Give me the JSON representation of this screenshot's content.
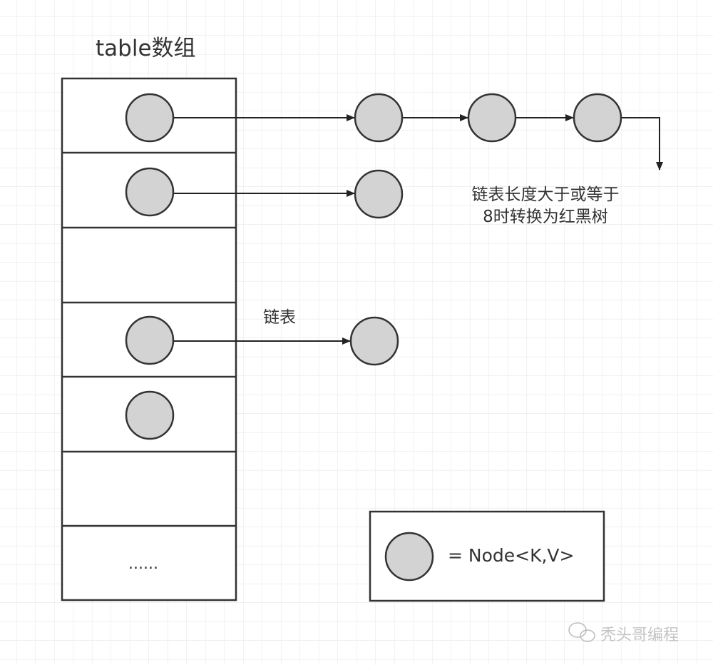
{
  "title": "table数组",
  "list_label": "链表",
  "treeify_note": [
    "链表长度大于或等于",
    "8时转换为红黑树"
  ],
  "ellipsis": "......",
  "legend": {
    "text": "= Node<K,V>"
  },
  "watermark": "秃头哥编程",
  "colors": {
    "node_fill": "#d3d3d3",
    "stroke": "#333333",
    "grid": "#e6e6e6"
  }
}
